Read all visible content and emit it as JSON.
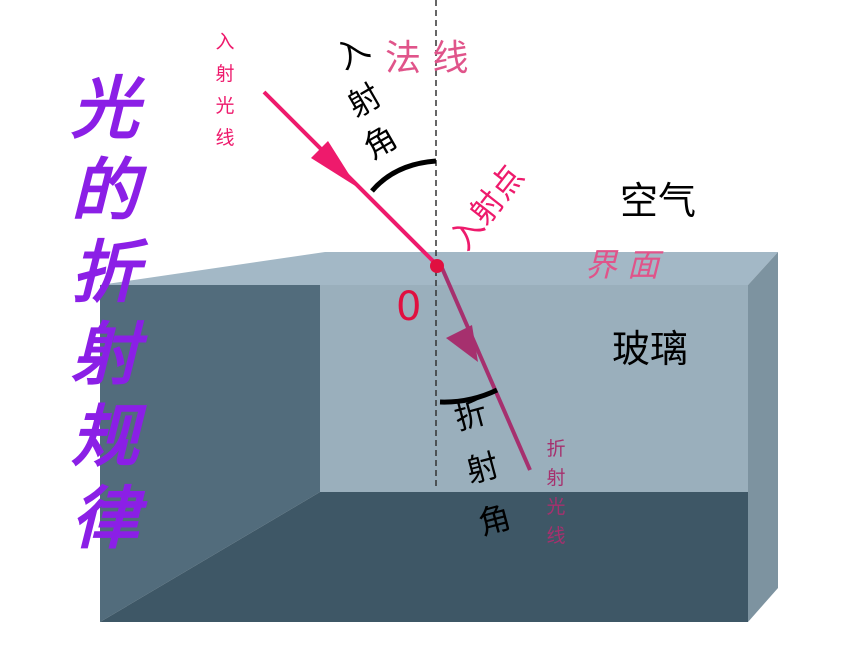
{
  "title": "光的折射规律",
  "labels": {
    "incident_ray": "入射光线",
    "normal": "法 线",
    "incidence_angle": "入射角",
    "incidence_point": "入射点",
    "air": "空气",
    "interface": "界 面",
    "point_o": "0",
    "glass": "玻璃",
    "refraction_angle": "折射角",
    "refracted_ray": "折射光线"
  },
  "colors": {
    "title": "#8b1fe6",
    "incident": "#ee1a6c",
    "refracted": "#a6306e",
    "normal_label": "#e0548a",
    "interface_label": "#e0548a",
    "point_o": "#e01040",
    "glass_top": "#a3b8c6",
    "glass_back": "#9aafbc",
    "glass_left": "#526c7c",
    "glass_floor": "#3e5766",
    "glass_right": "#7d93a0"
  }
}
